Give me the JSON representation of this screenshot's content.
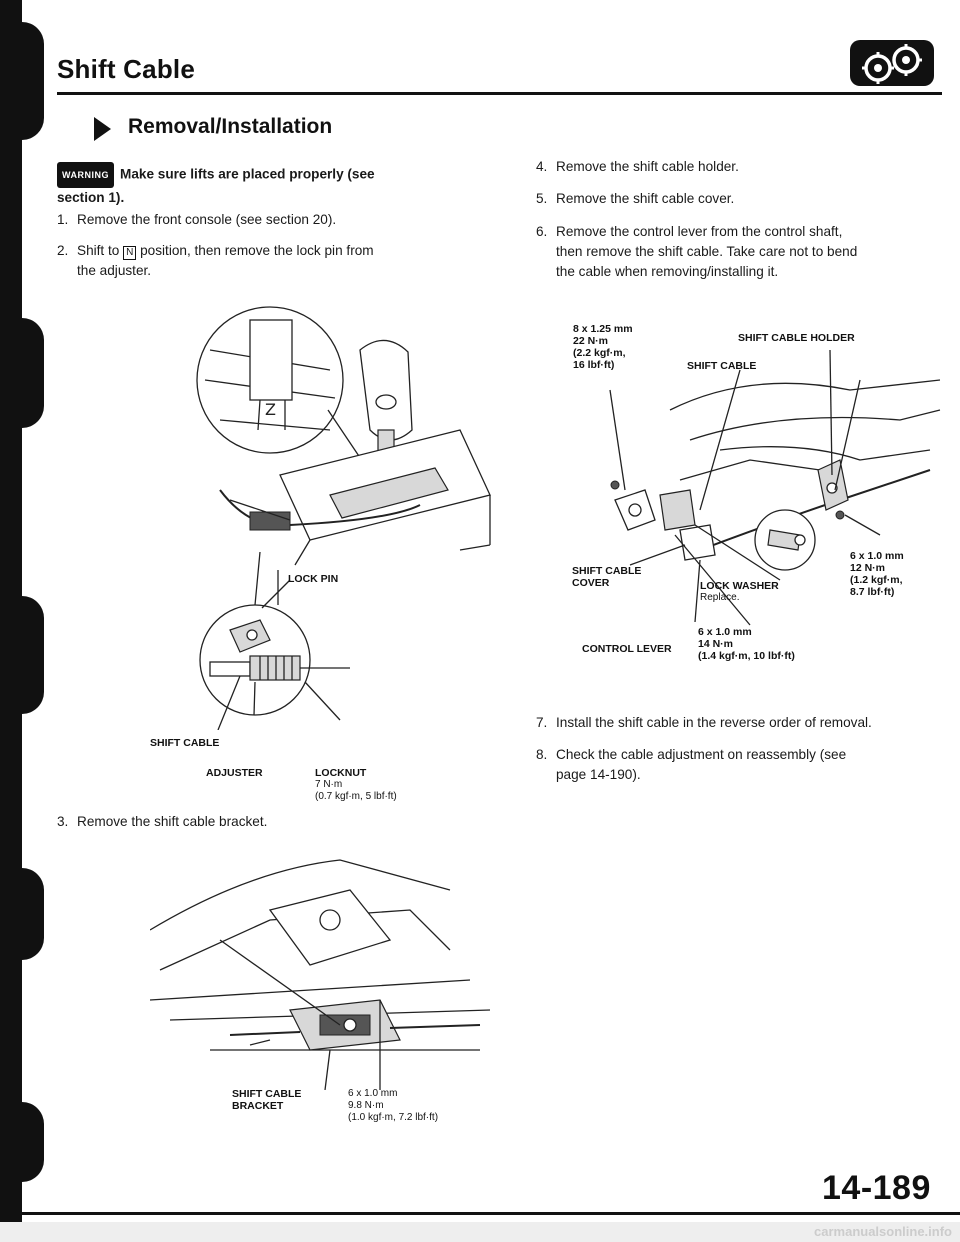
{
  "header": {
    "title": "Shift Cable",
    "section": "Removal/Installation"
  },
  "warning": {
    "badge": "WARNING",
    "text_1": "Make sure lifts are placed properly (see",
    "text_2": "section 1)."
  },
  "steps": {
    "s1_num": "1.",
    "s1": "Remove the front console (see section 20).",
    "s2_num": "2.",
    "s2_a": "Shift to",
    "s2_key": "N",
    "s2_b": "position, then remove the lock pin from",
    "s2_c": "the adjuster.",
    "s3_num": "3.",
    "s3": "Remove the shift cable bracket.",
    "s4_num": "4.",
    "s4": "Remove the shift cable holder.",
    "s5_num": "5.",
    "s5": "Remove the shift cable cover.",
    "s6_num": "6.",
    "s6_a": "Remove the control lever from the control shaft,",
    "s6_b": "then remove the shift cable. Take care not to bend",
    "s6_c": "the cable when removing/installing it.",
    "s7_num": "7.",
    "s7": "Install the shift cable in the reverse order of removal.",
    "s8_num": "8.",
    "s8_a": "Check the cable adjustment on reassembly (see",
    "s8_b": "page 14-190)."
  },
  "figure1": {
    "lock_pin": "LOCK PIN",
    "shift_cable": "SHIFT CABLE",
    "adjuster": "ADJUSTER",
    "locknut": "LOCKNUT",
    "locknut_torque_1": "7 N·m",
    "locknut_torque_2": "(0.7 kgf·m, 5 lbf·ft)"
  },
  "figure2": {
    "bracket_1": "SHIFT CABLE",
    "bracket_2": "BRACKET",
    "spec_1": "6 x 1.0 mm",
    "spec_2": "9.8 N·m",
    "spec_3": "(1.0 kgf·m, 7.2 lbf·ft)"
  },
  "figure3": {
    "bolt_1": "8 x 1.25 mm",
    "bolt_2": "22 N·m",
    "bolt_3": "(2.2 kgf·m,",
    "bolt_4": "16 lbf·ft)",
    "holder": "SHIFT CABLE HOLDER",
    "cable": "SHIFT CABLE",
    "cover_1": "SHIFT CABLE",
    "cover_2": "COVER",
    "washer": "LOCK WASHER",
    "washer_note": "Replace.",
    "right_1": "6 x 1.0 mm",
    "right_2": "12 N·m",
    "right_3": "(1.2 kgf·m,",
    "right_4": "8.7 lbf·ft)",
    "control_lever": "CONTROL LEVER",
    "bottom_1": "6 x 1.0 mm",
    "bottom_2": "14 N·m",
    "bottom_3": "(1.4 kgf·m, 10 lbf·ft)"
  },
  "footer": {
    "page": "14-189",
    "watermark": "carmanualsonline.info"
  }
}
